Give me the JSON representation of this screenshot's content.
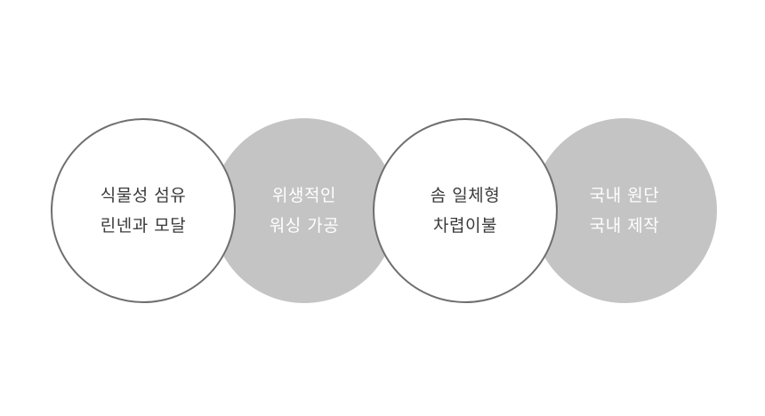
{
  "features": [
    {
      "line1": "식물성 섬유",
      "line2": "린넨과 모달",
      "style": "outline"
    },
    {
      "line1": "위생적인",
      "line2": "워싱 가공",
      "style": "filled"
    },
    {
      "line1": "솜 일체형",
      "line2": "차렵이불",
      "style": "outline"
    },
    {
      "line1": "국내 원단",
      "line2": "국내 제작",
      "style": "filled"
    }
  ],
  "colors": {
    "outline_border": "#6f6f6f",
    "outline_text": "#3a3a3a",
    "filled_bg": "#c4c4c4",
    "filled_text": "#ffffff",
    "background": "#ffffff"
  }
}
